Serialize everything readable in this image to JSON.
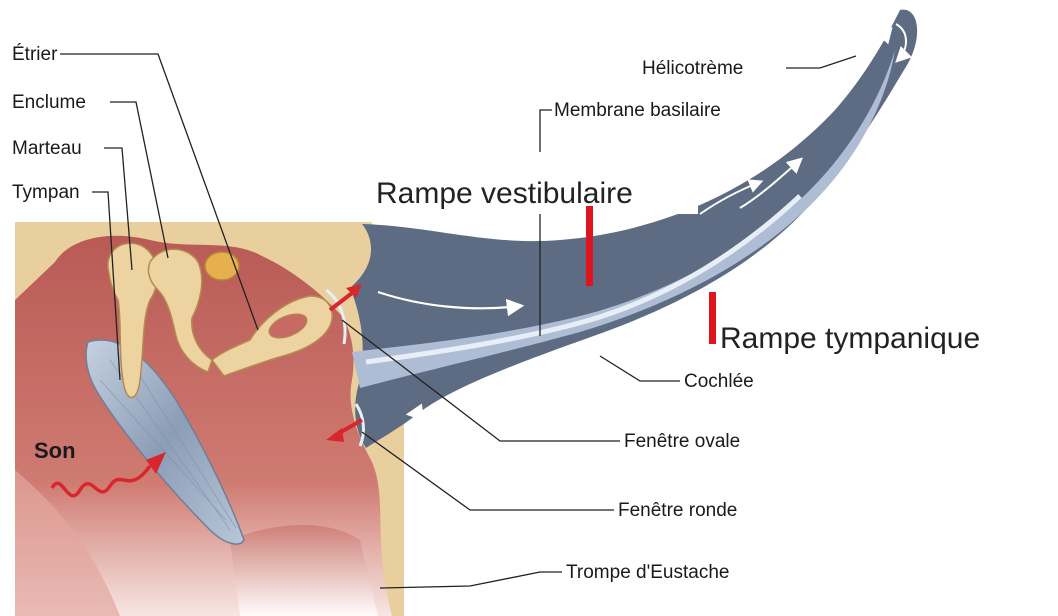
{
  "labels": {
    "etrier": "Étrier",
    "enclume": "Enclume",
    "marteau": "Marteau",
    "tympan": "Tympan",
    "son": "Son",
    "helicotreme": "Hélicotrème",
    "membrane_basilaire": "Membrane basilaire",
    "rampe_vestibulaire": "Rampe vestibulaire",
    "rampe_tympanique": "Rampe tympanique",
    "cochlee": "Cochlée",
    "fenetre_ovale": "Fenêtre ovale",
    "fenetre_ronde": "Fenêtre ronde",
    "trompe_eustache": "Trompe d'Eustache"
  },
  "colors": {
    "bone": "#e9cf9e",
    "middle_ear_flesh": "#c66a63",
    "ossicle": "#ecd3a0",
    "cochlea": "#5d6c82",
    "cochlea_light": "#aebdd3",
    "basilar_membrane": "#d9e4f2",
    "tympanic_membrane": "#9cadc4",
    "marker_red": "#e0141e",
    "arrow_red": "#d8262d"
  }
}
